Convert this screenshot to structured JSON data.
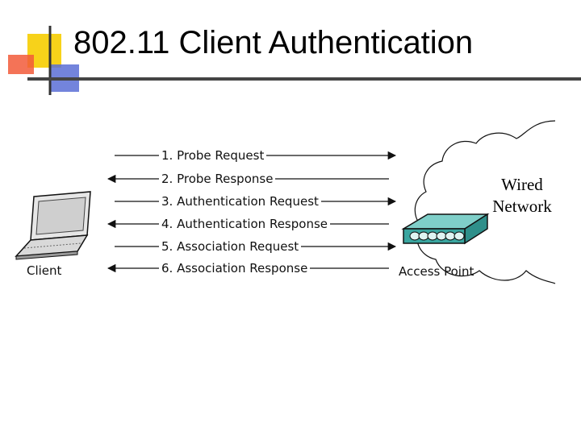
{
  "slide": {
    "title": "802.11 Client Authentication"
  },
  "steps": [
    {
      "label": "1. Probe Request",
      "direction": "to-access-point"
    },
    {
      "label": "2. Probe Response",
      "direction": "to-client"
    },
    {
      "label": "3. Authentication Request",
      "direction": "to-access-point"
    },
    {
      "label": "4. Authentication Response",
      "direction": "to-client"
    },
    {
      "label": "5. Association Request",
      "direction": "to-access-point"
    },
    {
      "label": "6. Association Response",
      "direction": "to-client"
    }
  ],
  "nodes": {
    "client": "Client",
    "access_point": "Access Point",
    "network_line1": "Wired",
    "network_line2": "Network"
  },
  "colors": {
    "logo_yellow": "#f7d21a",
    "logo_red": "#f25b3a",
    "logo_blue": "#5a6fd6",
    "access_point": "#3aa6a0"
  }
}
